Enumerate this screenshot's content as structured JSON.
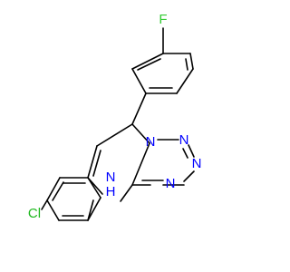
{
  "molecule": {
    "atoms": [
      {
        "id": "F",
        "label": "F",
        "color": "#33cc33"
      },
      {
        "id": "Cl",
        "label": "Cl",
        "color": "#1fb81f"
      },
      {
        "id": "N1",
        "label": "N",
        "color": "#0000ff"
      },
      {
        "id": "N2",
        "label": "N",
        "color": "#0000ff"
      },
      {
        "id": "N3",
        "label": "N",
        "color": "#0000ff"
      },
      {
        "id": "N4",
        "label": "N",
        "color": "#0000ff"
      },
      {
        "id": "NH",
        "label": "N",
        "color": "#0000ff"
      },
      {
        "id": "H",
        "label": "H",
        "color": "#0000ff"
      }
    ]
  }
}
